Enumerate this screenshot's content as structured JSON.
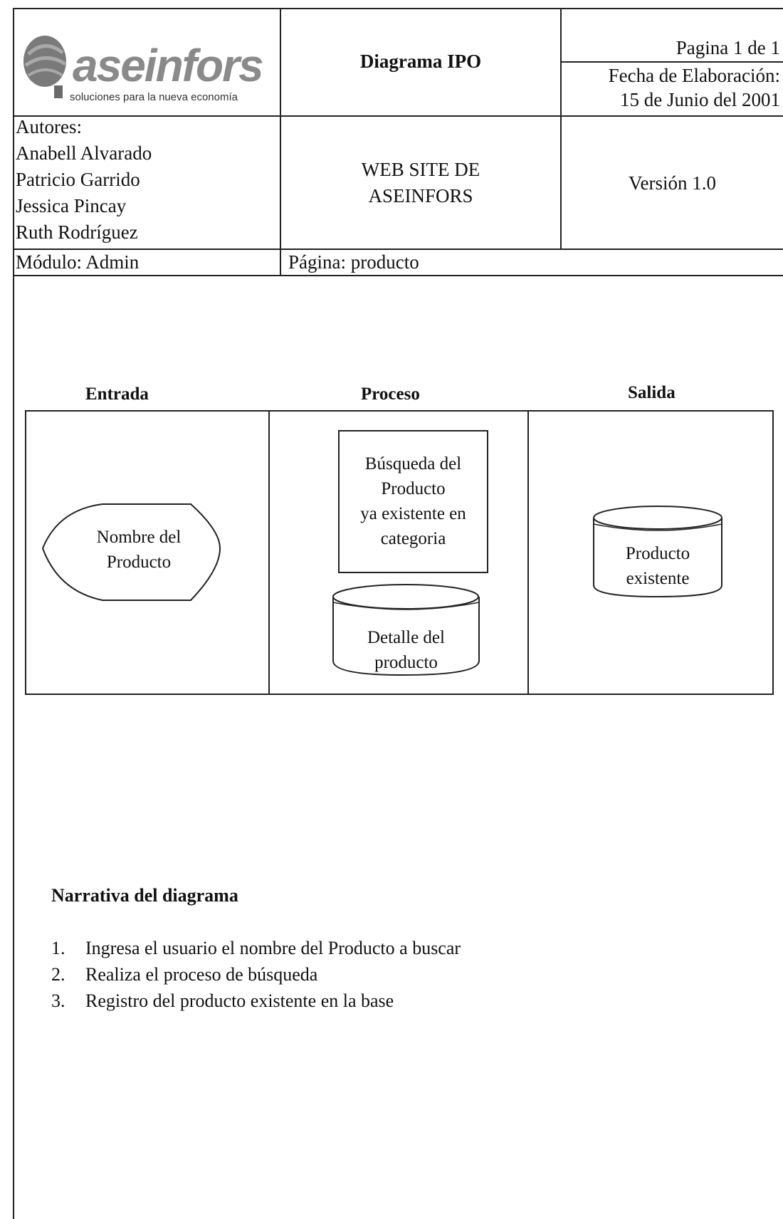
{
  "header": {
    "logo_name": "aseinfors",
    "logo_tagline": "soluciones para la nueva economía",
    "doc_type": "Diagrama IPO",
    "page_label": "Pagina 1 de 1",
    "date_label": "Fecha de Elaboración:",
    "date_value": "15 de Junio del 2001",
    "authors_label": "Autores:",
    "authors": [
      "Anabell Alvarado",
      "Patricio Garrido",
      "Jessica Pincay",
      "Ruth Rodríguez"
    ],
    "project_line1": "WEB SITE DE",
    "project_line2": "ASEINFORS",
    "version": "Versión 1.0",
    "module": "Módulo: Admin",
    "page_name": "Página: producto"
  },
  "diagram": {
    "col_entrada": "Entrada",
    "col_proceso": "Proceso",
    "col_salida": "Salida",
    "input_line1": "Nombre del",
    "input_line2": "Producto",
    "process_lines": [
      "Búsqueda del",
      "Producto",
      "ya existente en",
      "categoria"
    ],
    "detail_line1": "Detalle del",
    "detail_line2": "producto",
    "output_line1": "Producto",
    "output_line2": "existente"
  },
  "narrative": {
    "title": "Narrativa del diagrama",
    "items": [
      {
        "num": "1.",
        "text": "Ingresa el usuario el nombre del Producto a buscar"
      },
      {
        "num": "2.",
        "text": "Realiza el proceso de búsqueda"
      },
      {
        "num": "3.",
        "text": "Registro del producto existente en la base"
      }
    ]
  }
}
